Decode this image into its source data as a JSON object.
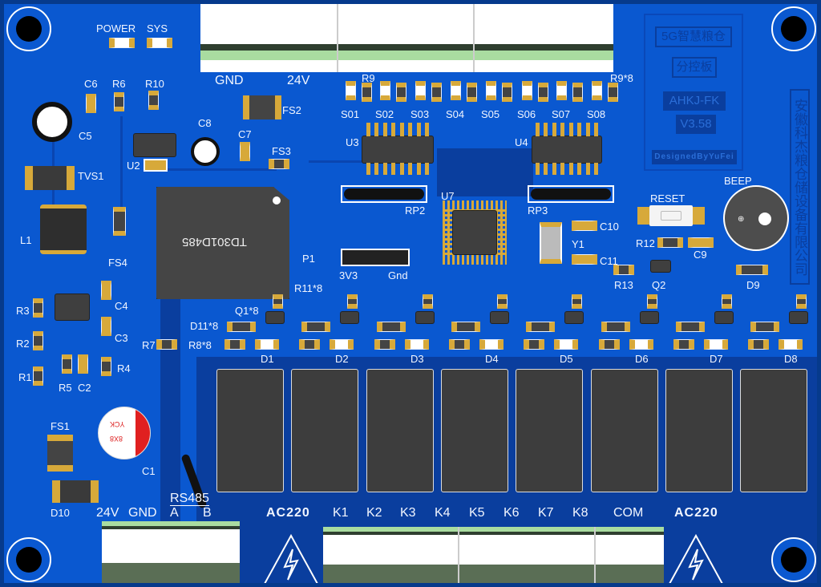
{
  "board": {
    "color": "#0a58d0",
    "pour_color": "#0a3e9e"
  },
  "logo": {
    "title": "5G智慧粮仓",
    "subtitle": "分控板",
    "model": "AHKJ-FK",
    "version": "V3.58",
    "designer": "DesignedByYuFei",
    "company": "安徽科杰粮仓储设备有限公司"
  },
  "module": {
    "name": "TD301D485"
  },
  "c1_marking": {
    "brand": "YCK",
    "size": "8X8"
  },
  "top_terminal": {
    "gnd": "GND",
    "v24": "24V"
  },
  "indicators": {
    "power": "POWER",
    "sys": "SYS",
    "beep": "BEEP",
    "reset": "RESET"
  },
  "header": {
    "v33": "3V3",
    "gnd": "Gnd"
  },
  "rs485": {
    "title": "RS485",
    "v24": "24V",
    "gnd": "GND",
    "a": "A",
    "b": "B"
  },
  "bottom_terminal": {
    "ac_left": "AC220",
    "ac_right": "AC220",
    "com": "COM",
    "k": [
      "K1",
      "K2",
      "K3",
      "K4",
      "K5",
      "K6",
      "K7",
      "K8"
    ]
  },
  "signals": [
    "S01",
    "S02",
    "S03",
    "S04",
    "S05",
    "S06",
    "S07",
    "S08"
  ],
  "diodes": [
    "D1",
    "D2",
    "D3",
    "D4",
    "D5",
    "D6",
    "D7",
    "D8"
  ],
  "refs": {
    "C6": "C6",
    "R6": "R6",
    "R10": "R10",
    "C5": "C5",
    "C8": "C8",
    "C7": "C7",
    "FS2": "FS2",
    "FS3": "FS3",
    "U2": "U2",
    "TVS1": "TVS1",
    "L1": "L1",
    "FS4": "FS4",
    "P1": "P1",
    "R11": "R11*8",
    "Q1": "Q1*8",
    "D11": "D11*8",
    "R8": "R8*8",
    "R7": "R7",
    "R3": "R3",
    "R2": "R2",
    "R1": "R1",
    "C4": "C4",
    "C3": "C3",
    "R4": "R4",
    "R5": "R5",
    "C2": "C2",
    "FS1": "FS1",
    "C1": "C1",
    "D10": "D10",
    "U3": "U3",
    "U4": "U4",
    "RP2": "RP2",
    "RP3": "RP3",
    "U7": "U7",
    "C10": "C10",
    "Y1": "Y1",
    "C11": "C11",
    "R12": "R12",
    "C9": "C9",
    "Q2": "Q2",
    "R13": "R13",
    "D9": "D9",
    "R9": "R9",
    "R9x8": "R9*8"
  }
}
